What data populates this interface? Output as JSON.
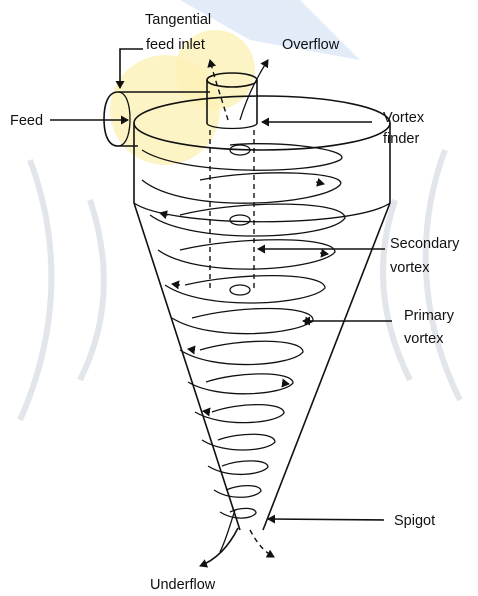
{
  "labels": {
    "tangential_feed_inlet_1": "Tangential",
    "tangential_feed_inlet_2": "feed inlet",
    "overflow": "Overflow",
    "feed": "Feed",
    "vortex_finder_1": "Vortex",
    "vortex_finder_2": "finder",
    "secondary_vortex_1": "Secondary",
    "secondary_vortex_2": "vortex",
    "primary_vortex_1": "Primary",
    "primary_vortex_2": "vortex",
    "spigot": "Spigot",
    "underflow": "Underflow"
  }
}
